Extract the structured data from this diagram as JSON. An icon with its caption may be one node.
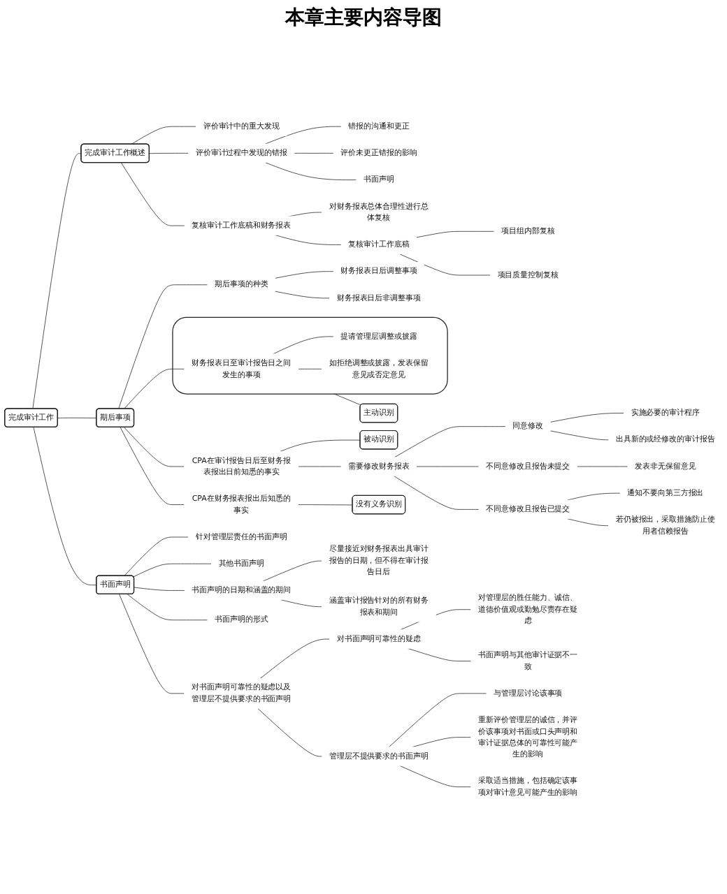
{
  "diagram": {
    "title": "本章主要内容导图",
    "nodes": [
      {
        "text": [
          "完成审计工作"
        ]
      },
      {
        "text": [
          "完成审计工作概述"
        ]
      },
      {
        "text": [
          "评价审计中的重大发现"
        ]
      },
      {
        "text": [
          "评价审计过程中发现的错报"
        ]
      },
      {
        "text": [
          "错报的沟通和更正"
        ]
      },
      {
        "text": [
          "评价未更正错报的影响"
        ]
      },
      {
        "text": [
          "书面声明"
        ]
      },
      {
        "text": [
          "复核审计工作底稿和财务报表"
        ]
      },
      {
        "text": [
          "对财务报表总体合理性进行总体复核"
        ]
      },
      {
        "text": [
          "复核审计工作底稿"
        ]
      },
      {
        "text": [
          "项目组内部复核"
        ]
      },
      {
        "text": [
          "项目质量控制复核"
        ]
      },
      {
        "text": [
          "期后事项"
        ]
      },
      {
        "text": [
          "期后事项的种类"
        ]
      },
      {
        "text": [
          "财务报表日后调整事项"
        ]
      },
      {
        "text": [
          "财务报表日后非调整事项"
        ]
      },
      {
        "text": [
          "主动识别"
        ]
      },
      {
        "text": [],
        "shape": "box"
      },
      {
        "text": [
          "财务报表日至审计报告日之间发生的事项"
        ],
        "in": 17
      },
      {
        "text": [
          "提请管理层调整或披露"
        ],
        "in": 17
      },
      {
        "text": [
          "如拒绝调整或披露，发表保留意见或否定意见"
        ],
        "in": 17
      },
      {
        "text": [
          "被动识别"
        ]
      },
      {
        "text": [
          "CPA在审计报告日后至财务报表报出日前知悉的事实"
        ]
      },
      {
        "text": [
          "需要修改财务报表"
        ]
      },
      {
        "text": [
          "同意修改"
        ]
      },
      {
        "text": [
          "实施必要的审计程序"
        ]
      },
      {
        "text": [
          "出具新的或经修改的审计报告"
        ]
      },
      {
        "text": [
          "不同意修改且报告未提交"
        ]
      },
      {
        "text": [
          "发表非无保留意见"
        ]
      },
      {
        "text": [
          "不同意修改且报告已提交"
        ]
      },
      {
        "text": [
          "通知不要向第三方报出"
        ]
      },
      {
        "text": [
          "若仍被报出，采取措施防止使用者信赖报告"
        ]
      },
      {
        "text": [
          "CPA在财务报表报出后知悉的事实"
        ]
      },
      {
        "text": [
          "没有义务识别"
        ]
      },
      {
        "text": [
          "书面声明"
        ]
      },
      {
        "text": [
          "针对管理层责任的书面声明"
        ]
      },
      {
        "text": [
          "其他书面声明"
        ]
      },
      {
        "text": [
          "书面声明的日期和涵盖的期间"
        ]
      },
      {
        "text": [
          "尽量接近对财务报表出具审计报告的日期，但不得在审计报告日后"
        ]
      },
      {
        "text": [
          "涵盖审计报告针对的所有财务报表和期间"
        ]
      },
      {
        "text": [
          "书面声明的形式"
        ]
      },
      {
        "text": [
          "对书面声明可靠性的疑虑以及管理层不提供要求的书面声明"
        ]
      },
      {
        "text": [
          "对书面声明可靠性的疑虑"
        ]
      },
      {
        "text": [
          "对管理层的胜任能力、诚信、道德价值观或勤勉尽责存在疑虑"
        ]
      },
      {
        "text": [
          "书面声明与其他审计证据不一致"
        ]
      },
      {
        "text": [
          "管理层不提供要求的书面声明"
        ]
      },
      {
        "text": [
          "与管理层讨论该事项"
        ]
      },
      {
        "text": [
          "重新评价管理层的诚信，并评价该事项对书面或口头声明和审计证据总体的可靠性可能产生的影响"
        ]
      },
      {
        "text": [
          "采取适当措施，包括确定该事项对审计意见可能产生的影响"
        ]
      }
    ],
    "edges": [
      {
        "from": 0,
        "to": 1,
        "arrow": "none"
      },
      {
        "from": 1,
        "to": 2,
        "arrow": "none"
      },
      {
        "from": 1,
        "to": 3,
        "arrow": "none"
      },
      {
        "from": 3,
        "to": 4,
        "arrow": "none"
      },
      {
        "from": 3,
        "to": 5,
        "arrow": "none"
      },
      {
        "from": 3,
        "to": 6,
        "arrow": "none"
      },
      {
        "from": 1,
        "to": 7,
        "arrow": "none"
      },
      {
        "from": 7,
        "to": 8,
        "arrow": "none"
      },
      {
        "from": 7,
        "to": 9,
        "arrow": "none"
      },
      {
        "from": 9,
        "to": 10,
        "arrow": "none"
      },
      {
        "from": 9,
        "to": 11,
        "arrow": "none"
      },
      {
        "from": 0,
        "to": 12,
        "arrow": "none"
      },
      {
        "from": 12,
        "to": 13,
        "arrow": "none"
      },
      {
        "from": 13,
        "to": 14,
        "arrow": "none"
      },
      {
        "from": 13,
        "to": 15,
        "arrow": "none"
      },
      {
        "from": 17,
        "to": 16,
        "arrow": "none"
      },
      {
        "from": 12,
        "to": 18,
        "arrow": "none"
      },
      {
        "from": 18,
        "to": 19,
        "arrow": "none"
      },
      {
        "from": 18,
        "to": 20,
        "arrow": "none"
      },
      {
        "from": 22,
        "to": 21,
        "arrow": "none"
      },
      {
        "from": 12,
        "to": 22,
        "arrow": "none"
      },
      {
        "from": 22,
        "to": 23,
        "arrow": "none"
      },
      {
        "from": 23,
        "to": 24,
        "arrow": "none"
      },
      {
        "from": 24,
        "to": 25,
        "arrow": "none"
      },
      {
        "from": 24,
        "to": 26,
        "arrow": "none"
      },
      {
        "from": 23,
        "to": 27,
        "arrow": "none"
      },
      {
        "from": 27,
        "to": 28,
        "arrow": "none"
      },
      {
        "from": 23,
        "to": 29,
        "arrow": "none"
      },
      {
        "from": 29,
        "to": 30,
        "arrow": "none"
      },
      {
        "from": 29,
        "to": 31,
        "arrow": "none"
      },
      {
        "from": 12,
        "to": 32,
        "arrow": "none"
      },
      {
        "from": 32,
        "to": 33,
        "arrow": "none"
      },
      {
        "from": 0,
        "to": 34,
        "arrow": "none"
      },
      {
        "from": 34,
        "to": 35,
        "arrow": "none"
      },
      {
        "from": 34,
        "to": 36,
        "arrow": "none"
      },
      {
        "from": 34,
        "to": 37,
        "arrow": "none"
      },
      {
        "from": 37,
        "to": 38,
        "arrow": "none"
      },
      {
        "from": 37,
        "to": 39,
        "arrow": "none"
      },
      {
        "from": 34,
        "to": 40,
        "arrow": "none"
      },
      {
        "from": 34,
        "to": 41,
        "arrow": "none"
      },
      {
        "from": 41,
        "to": 42,
        "arrow": "none"
      },
      {
        "from": 42,
        "to": 43,
        "arrow": "none"
      },
      {
        "from": 42,
        "to": 44,
        "arrow": "none"
      },
      {
        "from": 41,
        "to": 45,
        "arrow": "none"
      },
      {
        "from": 45,
        "to": 46,
        "arrow": "none"
      },
      {
        "from": 45,
        "to": 47,
        "arrow": "none"
      },
      {
        "from": 45,
        "to": 48,
        "arrow": "none"
      }
    ]
  }
}
